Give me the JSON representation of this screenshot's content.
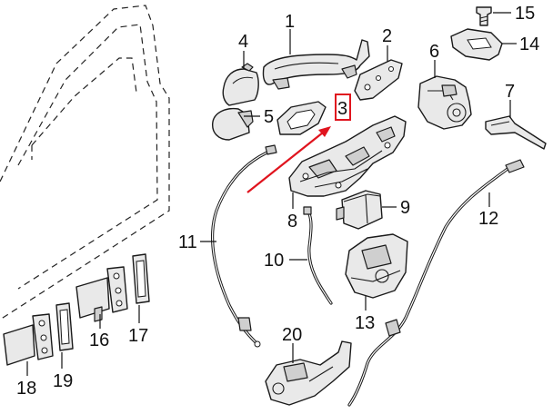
{
  "callouts": [
    {
      "id": "c1",
      "label": "1"
    },
    {
      "id": "c2",
      "label": "2"
    },
    {
      "id": "c3",
      "label": "3"
    },
    {
      "id": "c4",
      "label": "4"
    },
    {
      "id": "c5",
      "label": "5"
    },
    {
      "id": "c6",
      "label": "6"
    },
    {
      "id": "c7",
      "label": "7"
    },
    {
      "id": "c8",
      "label": "8"
    },
    {
      "id": "c9",
      "label": "9"
    },
    {
      "id": "c10",
      "label": "10"
    },
    {
      "id": "c11",
      "label": "11"
    },
    {
      "id": "c12",
      "label": "12"
    },
    {
      "id": "c13",
      "label": "13"
    },
    {
      "id": "c14",
      "label": "14"
    },
    {
      "id": "c15",
      "label": "15"
    },
    {
      "id": "c16",
      "label": "16"
    },
    {
      "id": "c17",
      "label": "17"
    },
    {
      "id": "c18",
      "label": "18"
    },
    {
      "id": "c19",
      "label": "19"
    },
    {
      "id": "c20",
      "label": "20"
    }
  ],
  "highlight": {
    "callout": "3",
    "color": "#e0141e"
  },
  "colors": {
    "line": "#1a1a1a",
    "part_fill": "#e9e9e9",
    "background": "#ffffff"
  }
}
